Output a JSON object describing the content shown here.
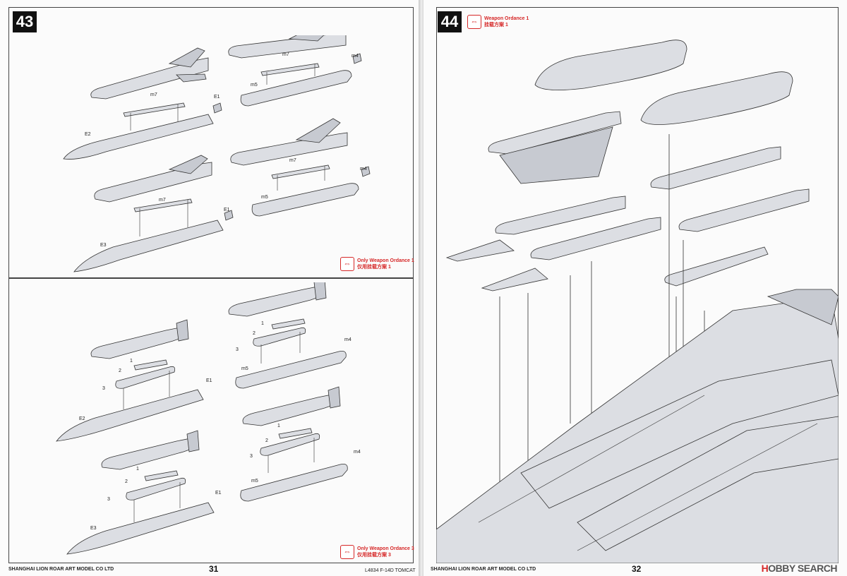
{
  "left_page": {
    "step_top": "43",
    "step_bottom_note": {
      "text_en": "Only Weapon Ordance 3",
      "text_cn": "仅用挂载方案 3"
    },
    "top_note": {
      "text_en": "Only Weapon Ordance 1",
      "text_cn": "仅用挂载方案 1"
    },
    "labels": {
      "m7": "m7",
      "m5": "m5",
      "m4": "m4",
      "E1": "E1",
      "E2": "E2",
      "E3": "E3",
      "n1": "1",
      "n2": "2",
      "n3": "3"
    },
    "footer_company": "SHANGHAI LION ROAR ART MODEL CO LTD",
    "footer_kit": "L4834 F-14D TOMCAT",
    "page_number": "31"
  },
  "right_page": {
    "step": "44",
    "note": {
      "text_en": "Weapon Ordance 1",
      "text_cn": "挂载方案 1"
    },
    "footer_company": "SHANGHAI LION ROAR ART MODEL CO LTD",
    "page_number": "32"
  },
  "watermark": {
    "brand_h": "H",
    "brand_rest": "OBBY SEARCH"
  },
  "colors": {
    "accent_red": "#d62828",
    "badge_black": "#111111",
    "part_gray": "#dcdee3"
  },
  "icons": {
    "ordnance_note": "double-arrow-icon"
  }
}
